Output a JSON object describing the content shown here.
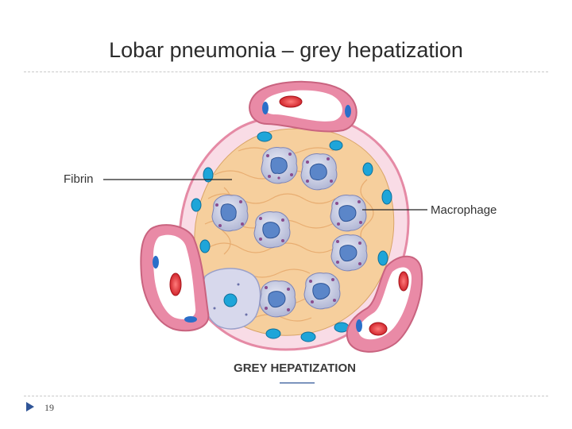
{
  "slide": {
    "title": "Lobar pneumonia – grey hepatization",
    "number": "19"
  },
  "figure": {
    "labels": {
      "fibrin": "Fibrin",
      "macrophage": "Macrophage"
    },
    "caption": "GREY HEPATIZATION"
  },
  "colors": {
    "fibrin_fill": "#f6cf9d",
    "capillary_wall": "#e98aa6",
    "macrophage_fill": "#c9cde4",
    "nucleus": "#5b86c9",
    "red_blood_cell": "#d7262f",
    "epithelial_nucleus": "#1ea5d9",
    "accent": "#2f5597"
  },
  "icons": {
    "bullet": "triangle-right-icon"
  }
}
